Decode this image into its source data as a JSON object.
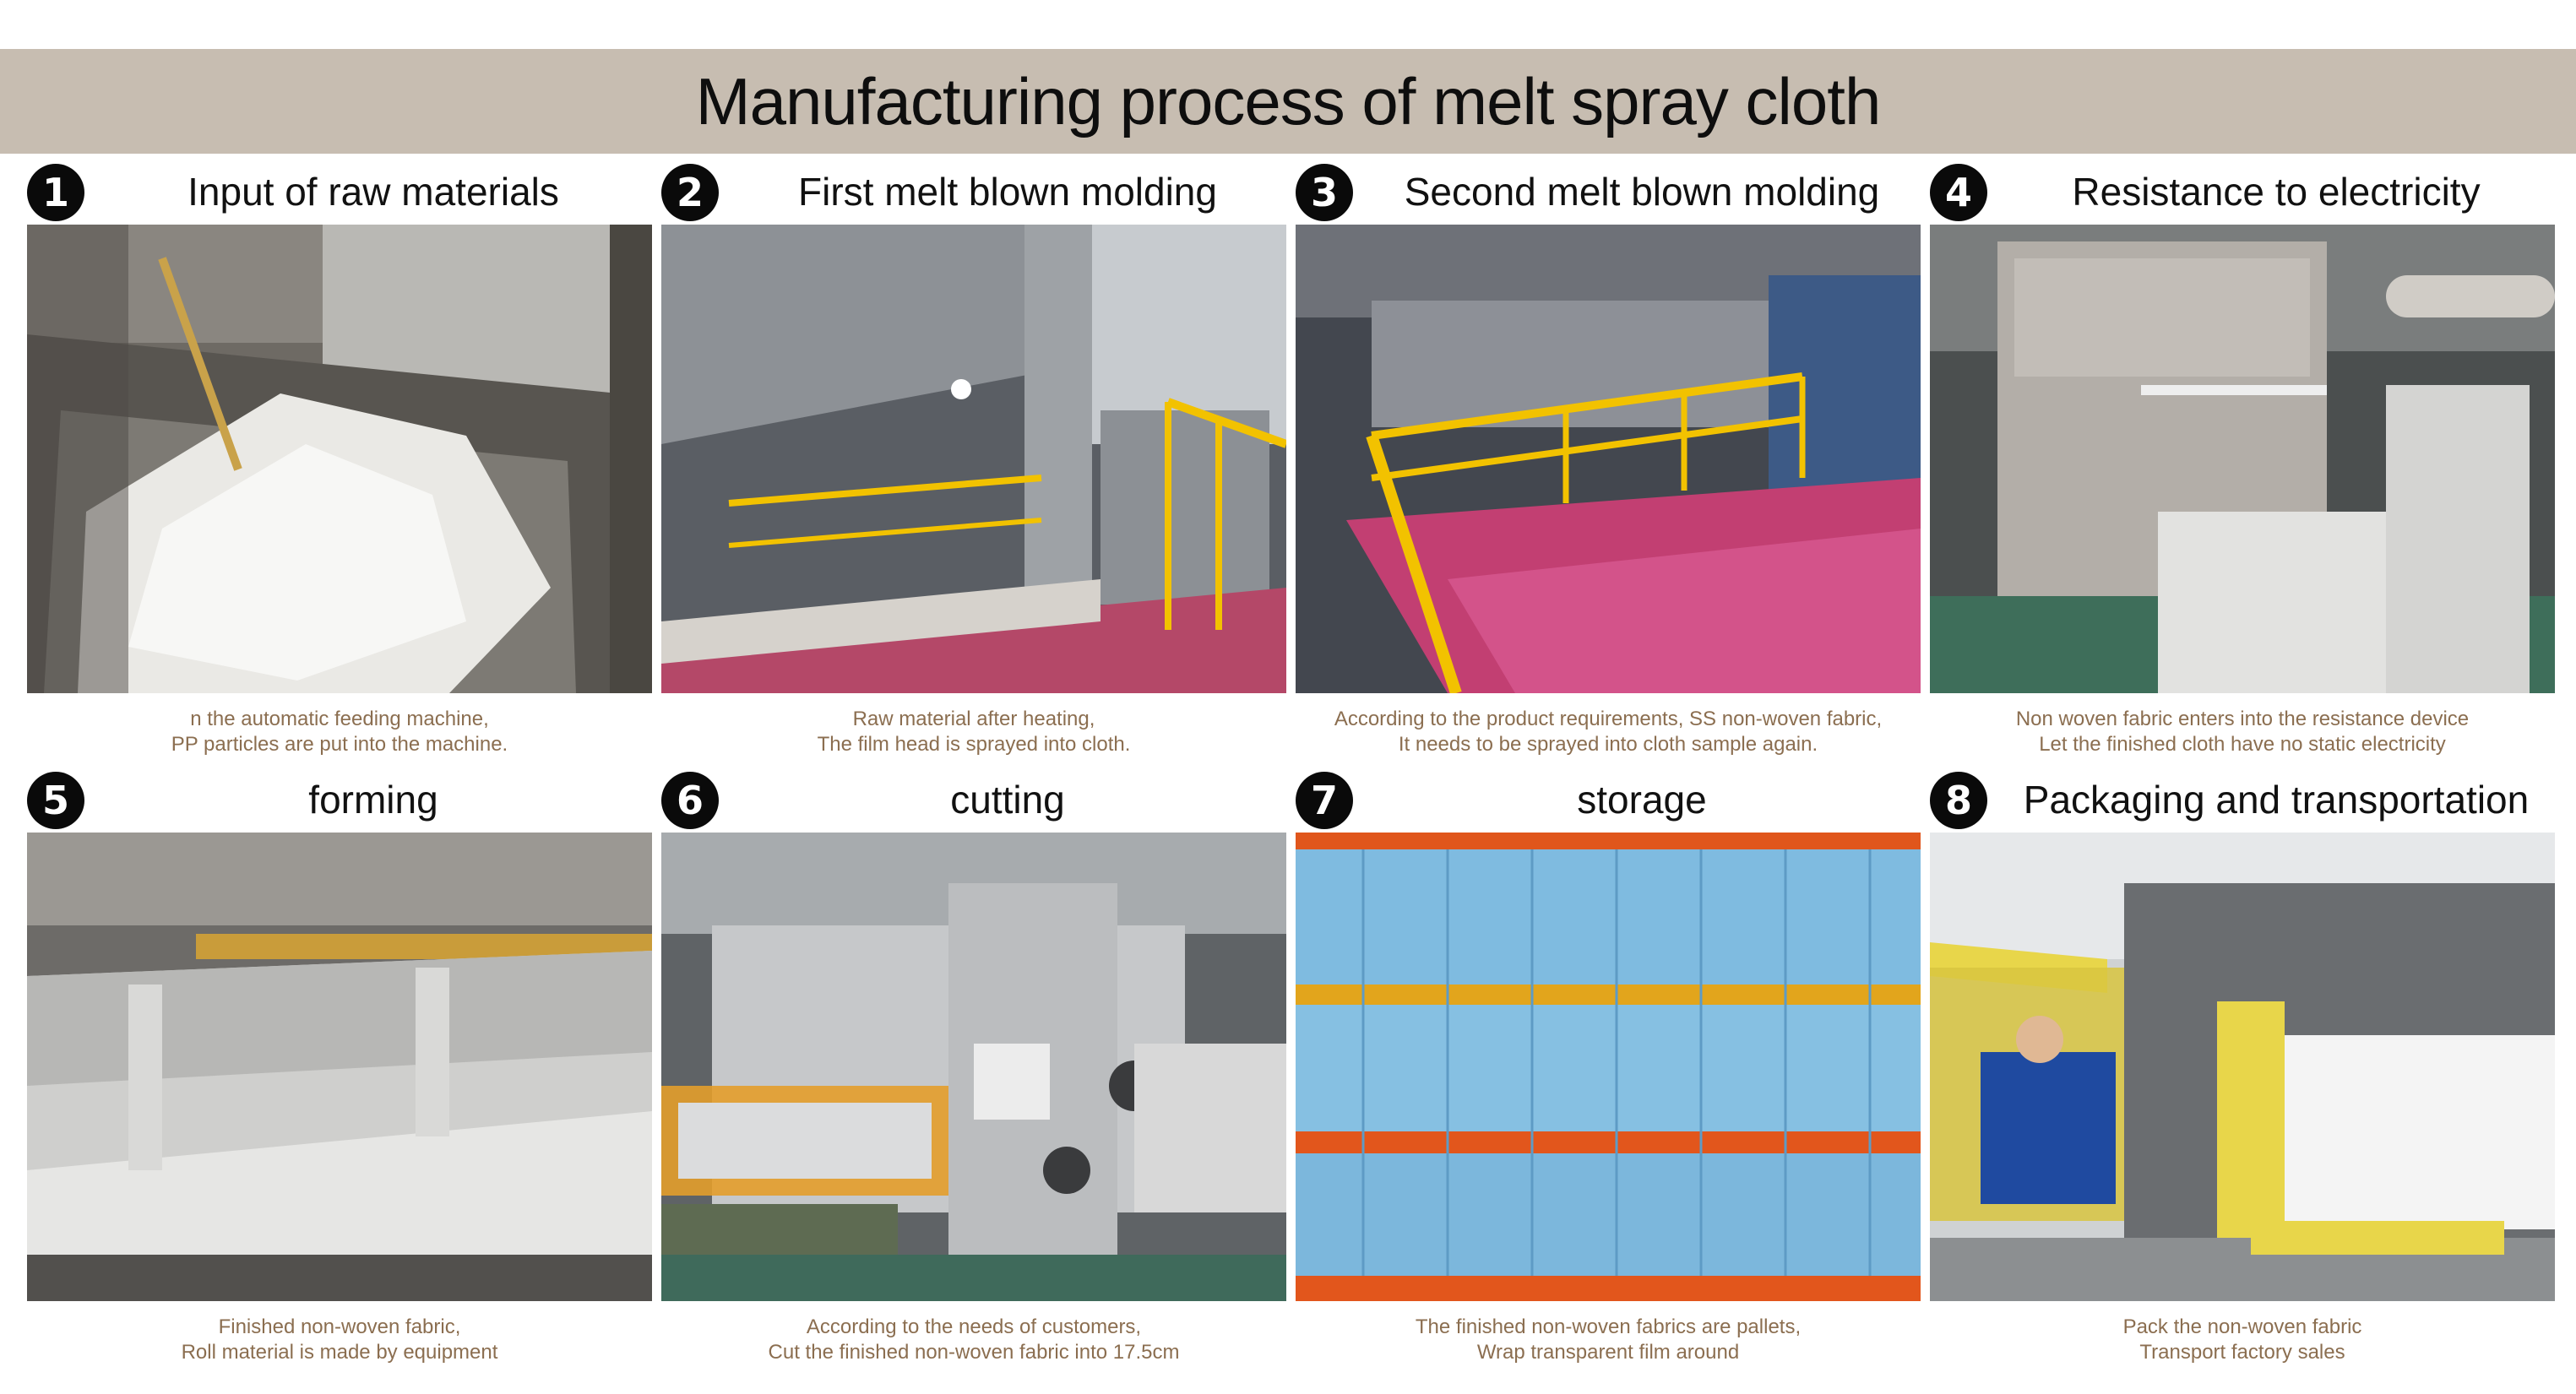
{
  "header": {
    "title": "Manufacturing process of melt spray cloth"
  },
  "steps": [
    {
      "number": "1",
      "title": "Input of raw materials",
      "caption_line1": "n the automatic feeding machine,",
      "caption_line2": "PP particles are put into the machine."
    },
    {
      "number": "2",
      "title": "First melt blown molding",
      "caption_line1": "Raw material after heating,",
      "caption_line2": "The film head is sprayed into cloth."
    },
    {
      "number": "3",
      "title": "Second melt blown molding",
      "caption_line1": "According to the product requirements, SS non-woven fabric,",
      "caption_line2": "It needs to be sprayed into cloth sample again."
    },
    {
      "number": "4",
      "title": "Resistance to electricity",
      "caption_line1": "Non woven fabric enters into the resistance device",
      "caption_line2": "Let the finished cloth have no static electricity"
    },
    {
      "number": "5",
      "title": "forming",
      "caption_line1": "Finished non-woven fabric,",
      "caption_line2": "Roll material is made by equipment"
    },
    {
      "number": "6",
      "title": "cutting",
      "caption_line1": "According to the needs of customers,",
      "caption_line2": "Cut the finished non-woven fabric into 17.5cm"
    },
    {
      "number": "7",
      "title": "storage",
      "caption_line1": "The finished non-woven fabrics are pallets,",
      "caption_line2": "Wrap transparent film around"
    },
    {
      "number": "8",
      "title": "Packaging and transportation",
      "caption_line1": "Pack the non-woven fabric",
      "caption_line2": "Transport factory sales"
    }
  ],
  "colors": {
    "banner": "#c7bdb1",
    "caption_text": "#8b6e50",
    "badge": "#0a0a0a",
    "rail_yellow": "#f2c200",
    "belt_magenta": "#c03a6a",
    "roll_blue": "#7fbbe0",
    "pallet_orange": "#e2561c"
  }
}
